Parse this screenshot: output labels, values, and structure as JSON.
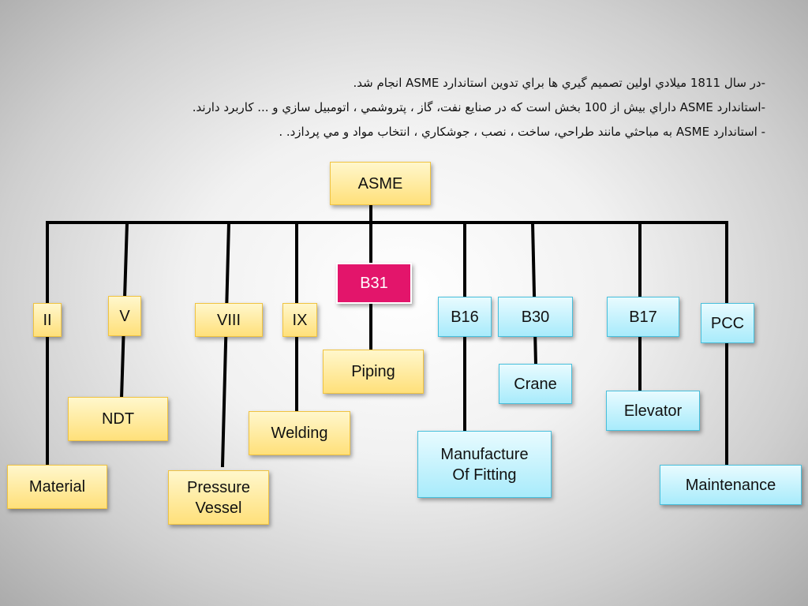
{
  "intro": [
    "-در سال 1811 ميلادي اولين تصميم گيري ها براي تدوين استاندارد ASME انجام شد.",
    "-استاندارد ASME داراي بيش از 100 بخش است كه در صنايع نفت، گاز ، پتروشمي ، اتومبيل سازي و ... كاربرد دارند.",
    "- استاندارد ASME به مباحثي مانند طراحي، ساخت ، نصب ، جوشكاري ، انتخاب مواد و مي پردازد. ."
  ],
  "root": {
    "label": "ASME"
  },
  "sections": {
    "ii": "II",
    "v": "V",
    "viii": "VIII",
    "ix": "IX",
    "b31": "B31",
    "b16": "B16",
    "b30": "B30",
    "b17": "B17",
    "pcc": "PCC"
  },
  "topics": {
    "material": "Material",
    "ndt": "NDT",
    "pressure_vessel": "Pressure\nVessel",
    "welding": "Welding",
    "piping": "Piping",
    "manufacture_of_fitting": "Manufacture\nOf Fitting",
    "crane": "Crane",
    "elevator": "Elevator",
    "maintenance": "Maintenance"
  },
  "colors": {
    "section_fill": "#ffe07a",
    "topic_fill": "#ffe07a",
    "blue_fill": "#a8ebfb",
    "highlight_fill": "#e3156b",
    "connector": "#000000"
  }
}
